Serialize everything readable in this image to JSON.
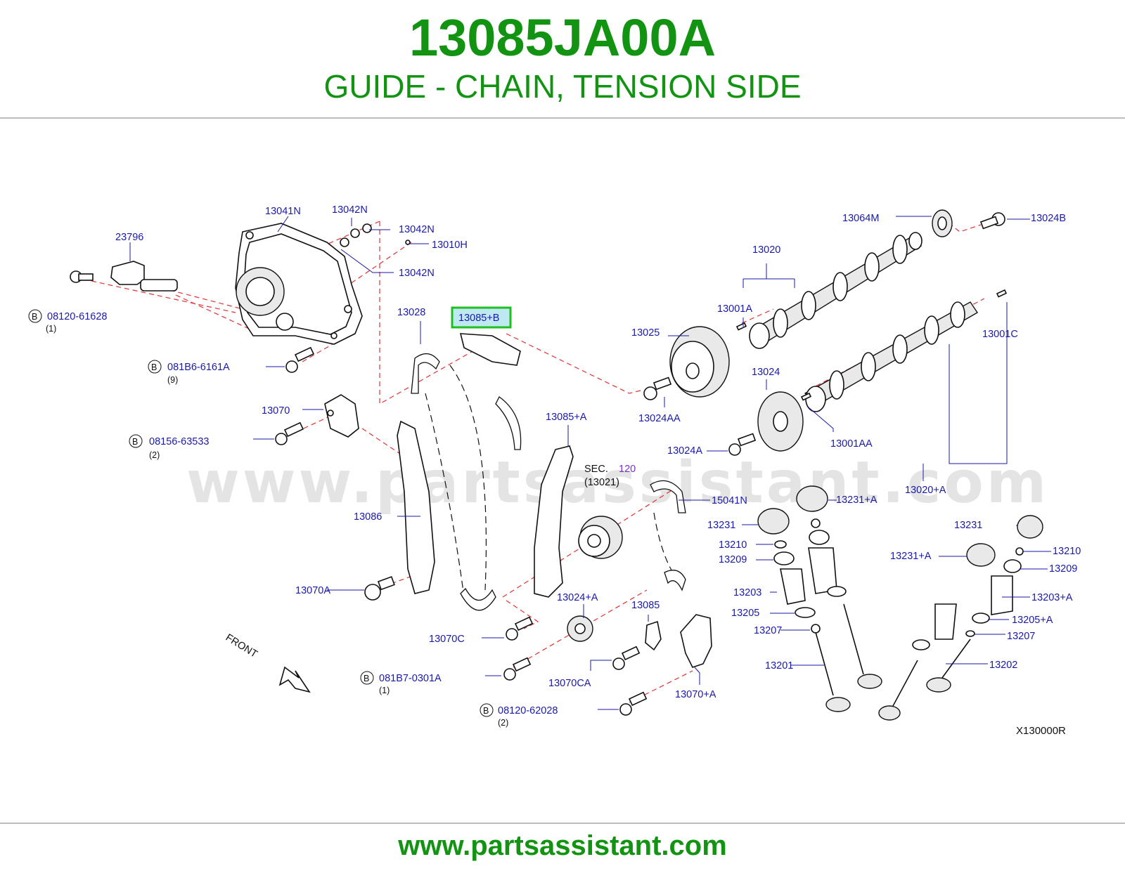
{
  "header": {
    "part_number": "13085JA00A",
    "description": "GUIDE - CHAIN, TENSION SIDE"
  },
  "diagram": {
    "watermark": "www.partsassistant.com",
    "code": "X130000R",
    "front_label": "FRONT",
    "highlighted_label": "13085+B",
    "sec_label": "SEC.",
    "sec_number": "120",
    "sec_sub": "(13021)",
    "bolt_badge": "B",
    "labels": {
      "l13041N": "13041N",
      "l13042N_a": "13042N",
      "l13042N_b": "13042N",
      "l13042N_c": "13042N",
      "l13010H": "13010H",
      "l23796": "23796",
      "l08120_61628": "08120-61628",
      "q1_a": "(1)",
      "l081B6_6161A": "081B6-6161A",
      "q9": "(9)",
      "l13028": "13028",
      "l13070": "13070",
      "l08156_63533": "08156-63533",
      "q2_a": "(2)",
      "l13086": "13086",
      "l13070A": "13070A",
      "l13070C": "13070C",
      "l081B7_0301A": "081B7-0301A",
      "q1_b": "(1)",
      "l08120_62028": "08120-62028",
      "q2_b": "(2)",
      "l13085A": "13085+A",
      "l13024A_plus": "13024+A",
      "l13070CA": "13070CA",
      "l13085": "13085",
      "l13070A_plus": "13070+A",
      "l15041N": "15041N",
      "l13064M": "13064M",
      "l13024B": "13024B",
      "l13020": "13020",
      "l13001A": "13001A",
      "l13025": "13025",
      "l13024AA": "13024AA",
      "l13024": "13024",
      "l13001C": "13001C",
      "l13001AA": "13001AA",
      "l13024A": "13024A",
      "l13020A": "13020+A",
      "l13231A_top": "13231+A",
      "l13231_a": "13231",
      "l13210_a": "13210",
      "l13209_a": "13209",
      "l13203": "13203",
      "l13205": "13205",
      "l13207_a": "13207",
      "l13201": "13201",
      "l13231_b": "13231",
      "l13231A_b": "13231+A",
      "l13210_b": "13210",
      "l13209_b": "13209",
      "l13203A": "13203+A",
      "l13205A": "13205+A",
      "l13207_b": "13207",
      "l13202": "13202"
    }
  },
  "footer": {
    "url": "www.partsassistant.com"
  },
  "colors": {
    "brand_green": "#129412",
    "label_blue": "#1a1aa8",
    "callout_red": "#e03333",
    "highlight_border": "#1fbf1f",
    "highlight_fill": "#bfe9f2"
  }
}
